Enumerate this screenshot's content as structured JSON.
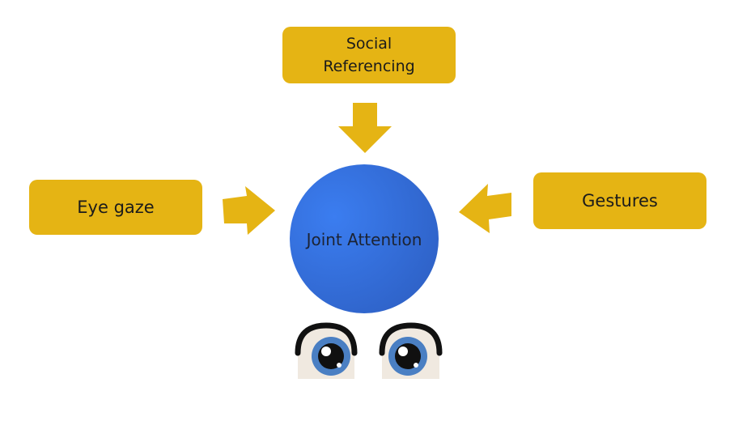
{
  "diagram": {
    "center": {
      "label": "Joint Attention",
      "color": "#3a72de"
    },
    "nodes": {
      "social": {
        "line1": "Social",
        "line2": "Referencing"
      },
      "eye": {
        "label": "Eye gaze"
      },
      "gestures": {
        "label": "Gestures"
      }
    },
    "colors": {
      "box": "#e5b414",
      "arrow": "#e5b414",
      "iris": "#4a7fc3",
      "pupil": "#101010",
      "sclera": "#f0e9e0"
    }
  }
}
